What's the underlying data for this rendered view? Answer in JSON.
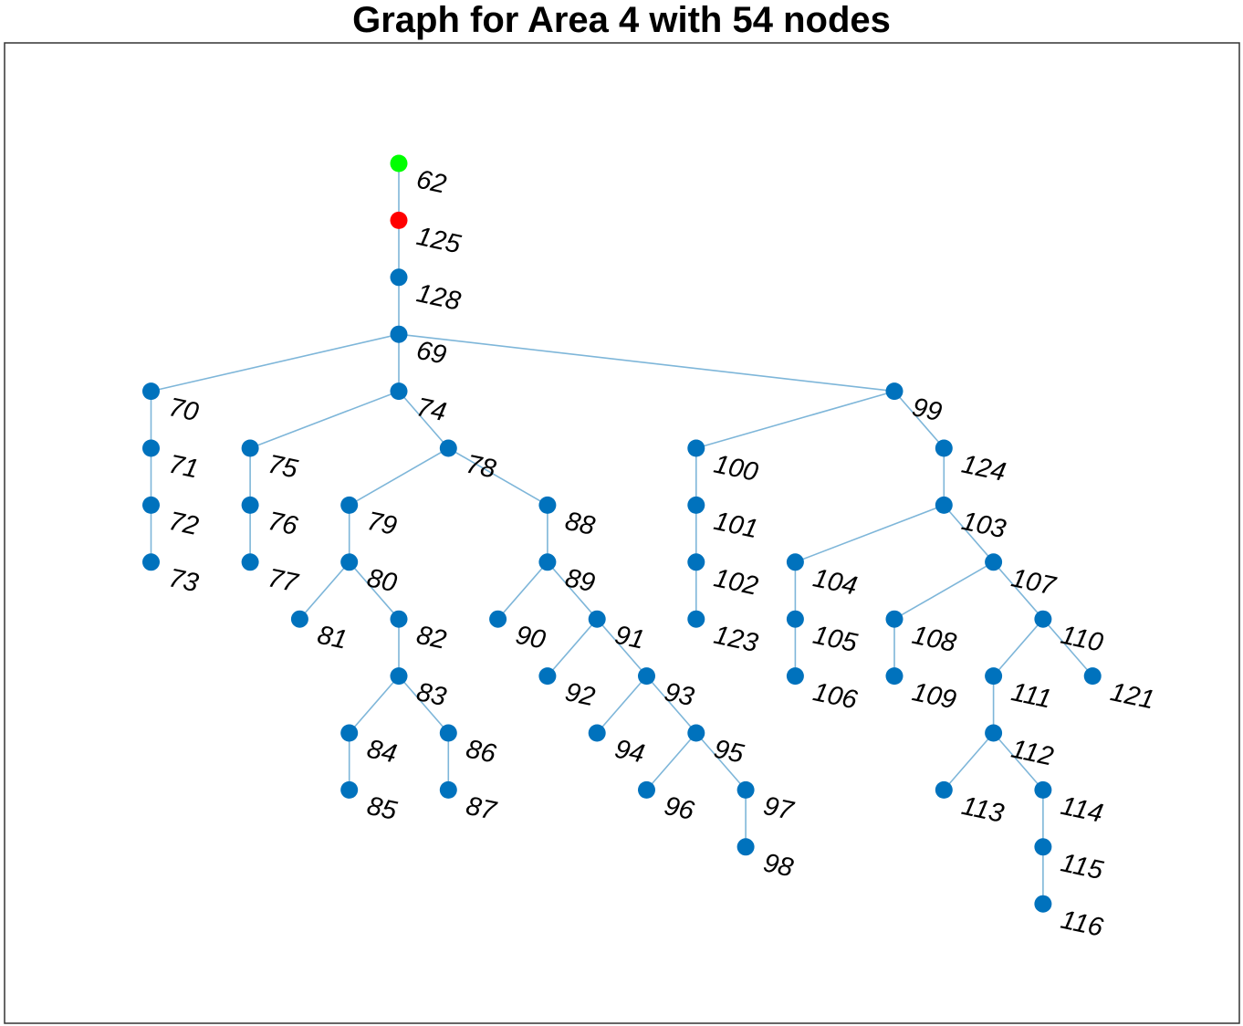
{
  "title": "Graph for Area 4 with 54 nodes",
  "colors": {
    "node": "#0072BD",
    "root": "#00FF00",
    "highlight": "#FF0000",
    "edge": "#7EB6D9",
    "frame": "#333333"
  },
  "nodes": [
    {
      "id": "62",
      "depth": 0,
      "col": 0,
      "color": "root"
    },
    {
      "id": "125",
      "depth": 1,
      "col": 0,
      "color": "highlight"
    },
    {
      "id": "128",
      "depth": 2,
      "col": 0,
      "color": "node"
    },
    {
      "id": "69",
      "depth": 3,
      "col": 0,
      "color": "node"
    },
    {
      "id": "70",
      "depth": 4,
      "col": -5,
      "color": "node"
    },
    {
      "id": "71",
      "depth": 5,
      "col": -5,
      "color": "node"
    },
    {
      "id": "72",
      "depth": 6,
      "col": -5,
      "color": "node"
    },
    {
      "id": "73",
      "depth": 7,
      "col": -5,
      "color": "node"
    },
    {
      "id": "74",
      "depth": 4,
      "col": 0,
      "color": "node"
    },
    {
      "id": "75",
      "depth": 5,
      "col": -3,
      "color": "node"
    },
    {
      "id": "76",
      "depth": 6,
      "col": -3,
      "color": "node"
    },
    {
      "id": "77",
      "depth": 7,
      "col": -3,
      "color": "node"
    },
    {
      "id": "78",
      "depth": 5,
      "col": 1,
      "color": "node"
    },
    {
      "id": "79",
      "depth": 6,
      "col": -1,
      "color": "node"
    },
    {
      "id": "80",
      "depth": 7,
      "col": -1,
      "color": "node"
    },
    {
      "id": "81",
      "depth": 8,
      "col": -2,
      "color": "node"
    },
    {
      "id": "82",
      "depth": 8,
      "col": 0,
      "color": "node"
    },
    {
      "id": "83",
      "depth": 9,
      "col": 0,
      "color": "node"
    },
    {
      "id": "84",
      "depth": 10,
      "col": -1,
      "color": "node"
    },
    {
      "id": "85",
      "depth": 11,
      "col": -1,
      "color": "node"
    },
    {
      "id": "86",
      "depth": 10,
      "col": 1,
      "color": "node"
    },
    {
      "id": "87",
      "depth": 11,
      "col": 1,
      "color": "node"
    },
    {
      "id": "88",
      "depth": 6,
      "col": 3,
      "color": "node"
    },
    {
      "id": "89",
      "depth": 7,
      "col": 3,
      "color": "node"
    },
    {
      "id": "90",
      "depth": 8,
      "col": 2,
      "color": "node"
    },
    {
      "id": "91",
      "depth": 8,
      "col": 4,
      "color": "node"
    },
    {
      "id": "92",
      "depth": 9,
      "col": 3,
      "color": "node"
    },
    {
      "id": "93",
      "depth": 9,
      "col": 5,
      "color": "node"
    },
    {
      "id": "94",
      "depth": 10,
      "col": 4,
      "color": "node"
    },
    {
      "id": "95",
      "depth": 10,
      "col": 6,
      "color": "node"
    },
    {
      "id": "96",
      "depth": 11,
      "col": 5,
      "color": "node"
    },
    {
      "id": "97",
      "depth": 11,
      "col": 7,
      "color": "node"
    },
    {
      "id": "98",
      "depth": 12,
      "col": 7,
      "color": "node"
    },
    {
      "id": "99",
      "depth": 4,
      "col": 10,
      "color": "node"
    },
    {
      "id": "100",
      "depth": 5,
      "col": 6,
      "color": "node"
    },
    {
      "id": "101",
      "depth": 6,
      "col": 6,
      "color": "node"
    },
    {
      "id": "102",
      "depth": 7,
      "col": 6,
      "color": "node"
    },
    {
      "id": "123",
      "depth": 8,
      "col": 6,
      "color": "node"
    },
    {
      "id": "124",
      "depth": 5,
      "col": 11,
      "color": "node"
    },
    {
      "id": "103",
      "depth": 6,
      "col": 11,
      "color": "node"
    },
    {
      "id": "104",
      "depth": 7,
      "col": 8,
      "color": "node"
    },
    {
      "id": "105",
      "depth": 8,
      "col": 8,
      "color": "node"
    },
    {
      "id": "106",
      "depth": 9,
      "col": 8,
      "color": "node"
    },
    {
      "id": "107",
      "depth": 7,
      "col": 12,
      "color": "node"
    },
    {
      "id": "108",
      "depth": 8,
      "col": 10,
      "color": "node"
    },
    {
      "id": "109",
      "depth": 9,
      "col": 10,
      "color": "node"
    },
    {
      "id": "110",
      "depth": 8,
      "col": 13,
      "color": "node"
    },
    {
      "id": "111",
      "depth": 9,
      "col": 12,
      "color": "node"
    },
    {
      "id": "112",
      "depth": 10,
      "col": 12,
      "color": "node"
    },
    {
      "id": "113",
      "depth": 11,
      "col": 11,
      "color": "node"
    },
    {
      "id": "114",
      "depth": 11,
      "col": 13,
      "color": "node"
    },
    {
      "id": "115",
      "depth": 12,
      "col": 13,
      "color": "node"
    },
    {
      "id": "116",
      "depth": 13,
      "col": 13,
      "color": "node"
    },
    {
      "id": "121",
      "depth": 9,
      "col": 14,
      "color": "node"
    }
  ],
  "edges": [
    [
      "62",
      "125"
    ],
    [
      "125",
      "128"
    ],
    [
      "128",
      "69"
    ],
    [
      "69",
      "70"
    ],
    [
      "69",
      "74"
    ],
    [
      "69",
      "99"
    ],
    [
      "70",
      "71"
    ],
    [
      "71",
      "72"
    ],
    [
      "72",
      "73"
    ],
    [
      "74",
      "75"
    ],
    [
      "74",
      "78"
    ],
    [
      "75",
      "76"
    ],
    [
      "76",
      "77"
    ],
    [
      "78",
      "79"
    ],
    [
      "78",
      "88"
    ],
    [
      "79",
      "80"
    ],
    [
      "80",
      "81"
    ],
    [
      "80",
      "82"
    ],
    [
      "82",
      "83"
    ],
    [
      "83",
      "84"
    ],
    [
      "83",
      "86"
    ],
    [
      "84",
      "85"
    ],
    [
      "86",
      "87"
    ],
    [
      "88",
      "89"
    ],
    [
      "89",
      "90"
    ],
    [
      "89",
      "91"
    ],
    [
      "91",
      "92"
    ],
    [
      "91",
      "93"
    ],
    [
      "93",
      "94"
    ],
    [
      "93",
      "95"
    ],
    [
      "95",
      "96"
    ],
    [
      "95",
      "97"
    ],
    [
      "97",
      "98"
    ],
    [
      "99",
      "100"
    ],
    [
      "99",
      "124"
    ],
    [
      "100",
      "101"
    ],
    [
      "101",
      "102"
    ],
    [
      "102",
      "123"
    ],
    [
      "124",
      "103"
    ],
    [
      "103",
      "104"
    ],
    [
      "103",
      "107"
    ],
    [
      "104",
      "105"
    ],
    [
      "105",
      "106"
    ],
    [
      "107",
      "108"
    ],
    [
      "107",
      "110"
    ],
    [
      "108",
      "109"
    ],
    [
      "110",
      "111"
    ],
    [
      "110",
      "121"
    ],
    [
      "111",
      "112"
    ],
    [
      "112",
      "113"
    ],
    [
      "112",
      "114"
    ],
    [
      "114",
      "115"
    ],
    [
      "115",
      "116"
    ]
  ]
}
